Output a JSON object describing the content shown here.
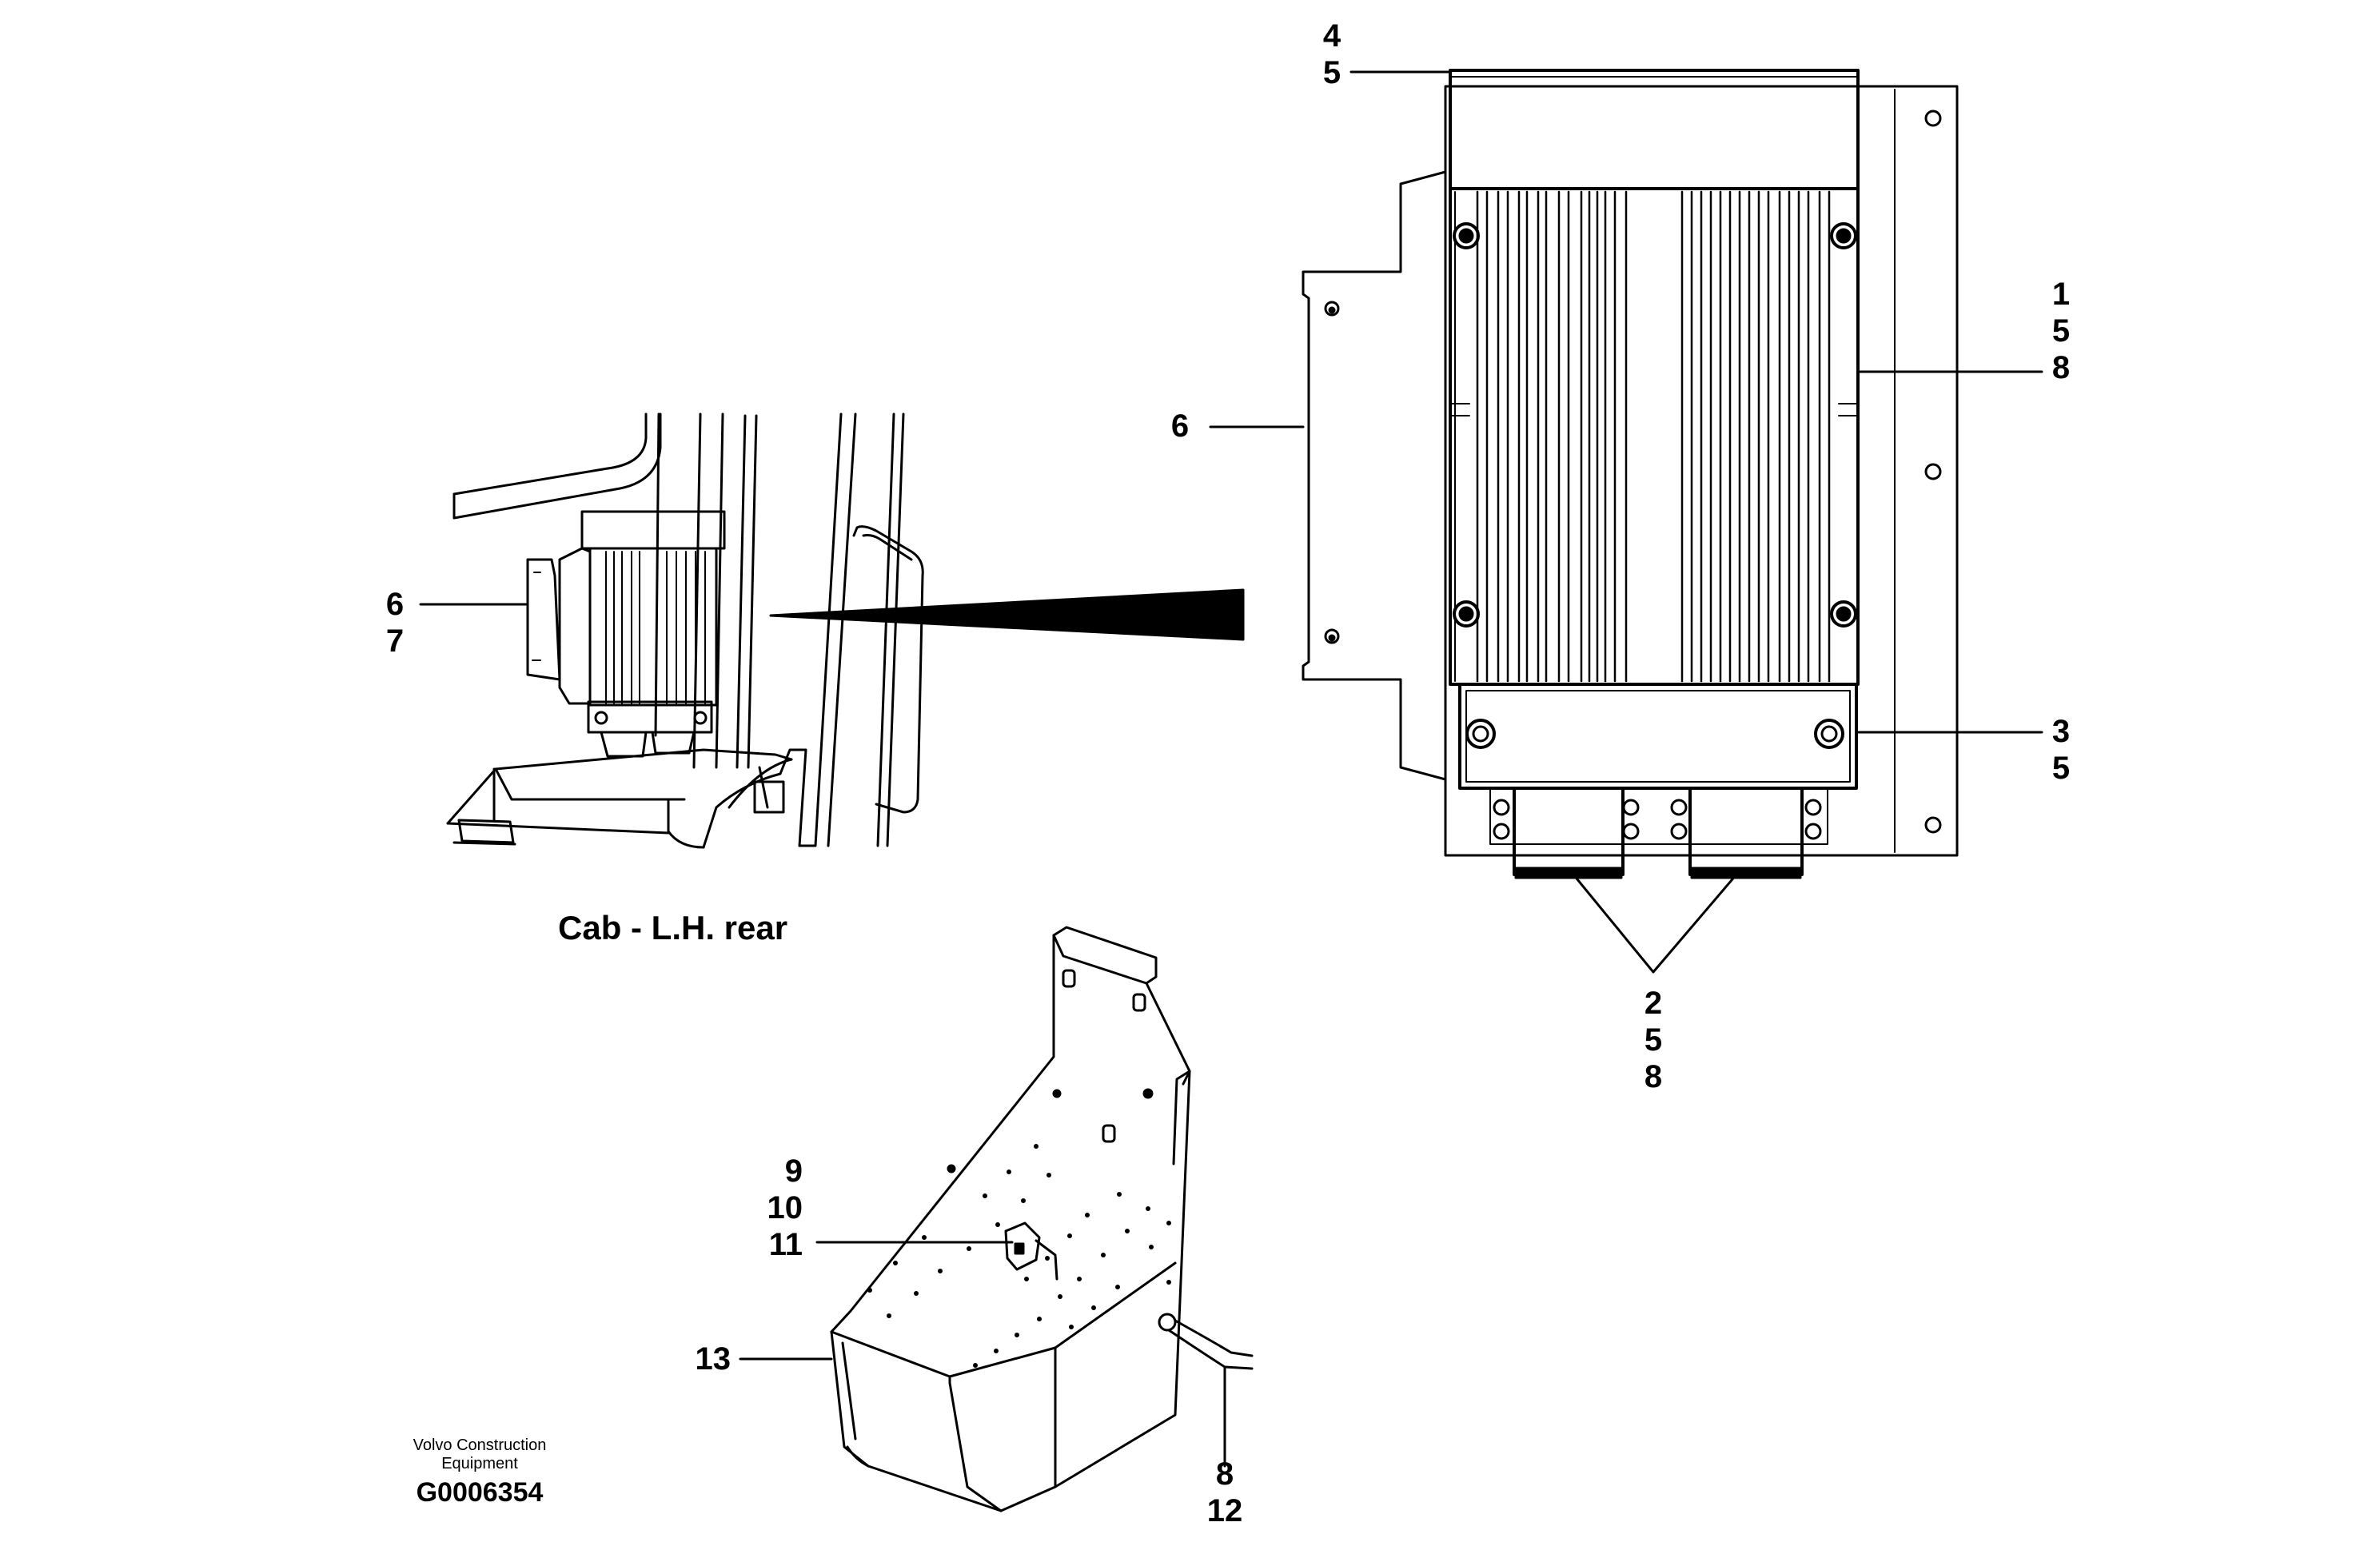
{
  "callouts": {
    "c_4_5": "4\n5",
    "c_1_5_8": "1\n5\n8",
    "c_6": "6",
    "c_6_7": "6\n7",
    "c_3_5": "3\n5",
    "c_2_5_8": "2\n5\n8",
    "c_9_10_11": "9\n10\n11",
    "c_13": "13",
    "c_8_12": "8\n12"
  },
  "caption": "Cab - L.H. rear",
  "footer": {
    "company": "Volvo Construction\nEquipment",
    "code": "G0006354"
  },
  "colors": {
    "ink": "#000000",
    "paper": "#ffffff"
  }
}
